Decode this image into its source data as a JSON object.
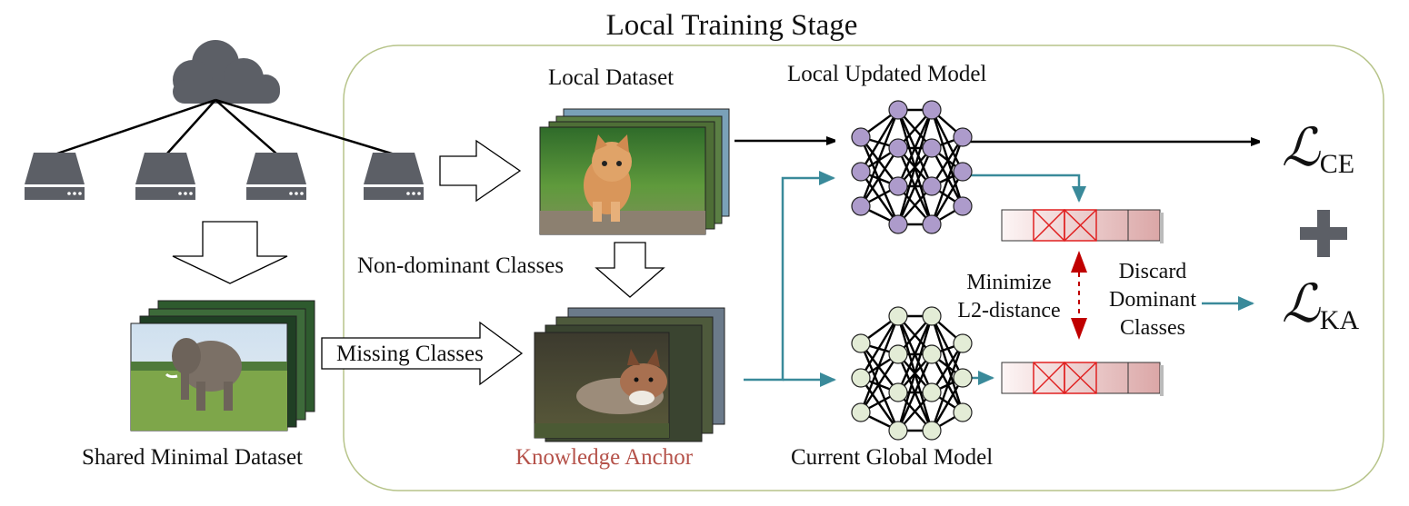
{
  "stage_title": "Local Training Stage",
  "labels": {
    "local_dataset": "Local Dataset",
    "local_updated_model": "Local Updated Model",
    "non_dominant_classes": "Non-dominant Classes",
    "missing_classes": "Missing Classes",
    "shared_minimal_dataset": "Shared Minimal Dataset",
    "knowledge_anchor": "Knowledge Anchor",
    "current_global_model": "Current Global Model",
    "minimize_line1": "Minimize",
    "minimize_line2": "L2-distance",
    "discard_line1": "Discard",
    "discard_line2": "Dominant",
    "discard_line3": "Classes"
  },
  "losses": {
    "ce": {
      "symbol": "ℒ",
      "subscript": "CE"
    },
    "plus": "+",
    "ka": {
      "symbol": "ℒ",
      "subscript": "KA"
    }
  },
  "images": {
    "local_dataset": "kitten photo stack",
    "shared_minimal_dataset": "elephant photo stack",
    "knowledge_anchor": "fox photo stack"
  },
  "colors": {
    "server_gray": "#5c5f66",
    "teal_arrow": "#3a8a9a",
    "stage_border": "#b7c48a",
    "local_node": "#ad9bcb",
    "global_node": "#e3ecd6",
    "anchor_text": "#b5524a",
    "discard_red": "#e02020",
    "minimize_red": "#c00000"
  }
}
